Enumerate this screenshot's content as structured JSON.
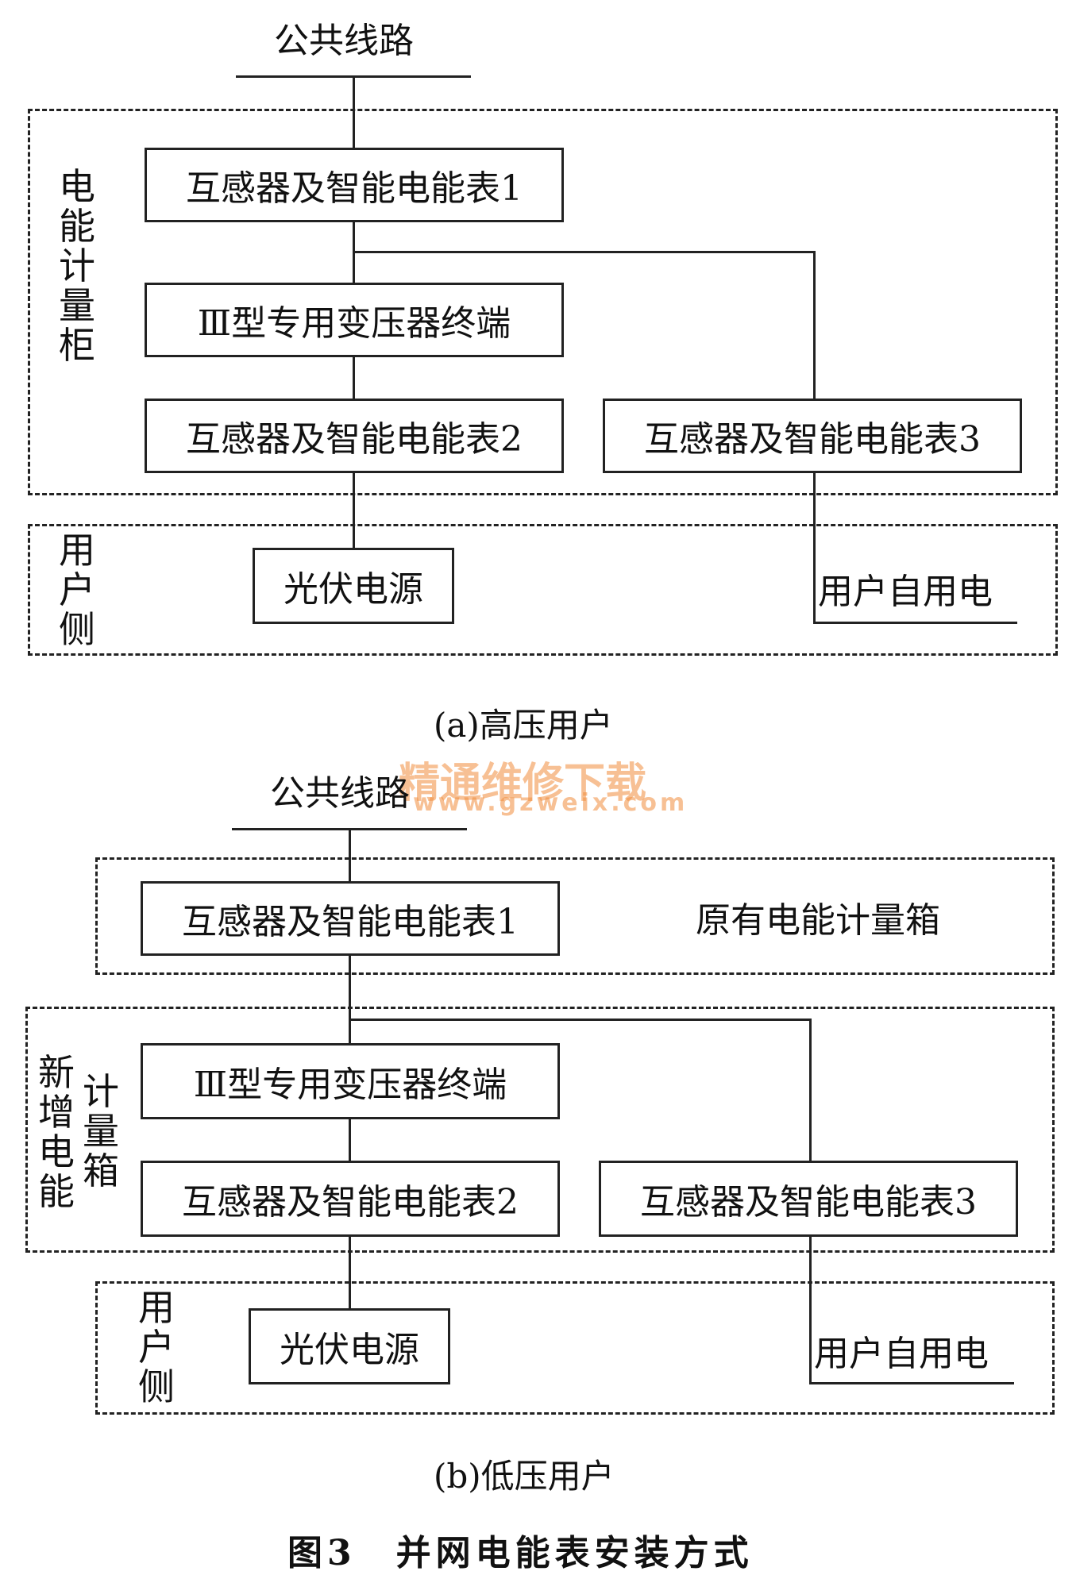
{
  "a": {
    "public_line": "公共线路",
    "cabinet_label": "电能计量柜",
    "meter1": "互感器及智能电能表1",
    "terminal": "Ⅲ型专用变压器终端",
    "meter2": "互感器及智能电能表2",
    "meter3": "互感器及智能电能表3",
    "user_side_label": "用户侧",
    "pv": "光伏电源",
    "self_use": "用户自用电",
    "caption": "(a)高压用户"
  },
  "watermark": {
    "line1": "精通维修下载",
    "line2": "www.gzweix.com"
  },
  "b": {
    "public_line": "公共线路",
    "meter1": "互感器及智能电能表1",
    "orig_box_label": "原有电能计量箱",
    "new_box_label_1": "新增电能",
    "new_box_label_2": "计量箱",
    "terminal": "Ⅲ型专用变压器终端",
    "meter2": "互感器及智能电能表2",
    "meter3": "互感器及智能电能表3",
    "user_side_label": "用户侧",
    "pv": "光伏电源",
    "self_use": "用户自用电",
    "caption": "(b)低压用户"
  },
  "figure_caption": "图3　并网电能表安装方式"
}
